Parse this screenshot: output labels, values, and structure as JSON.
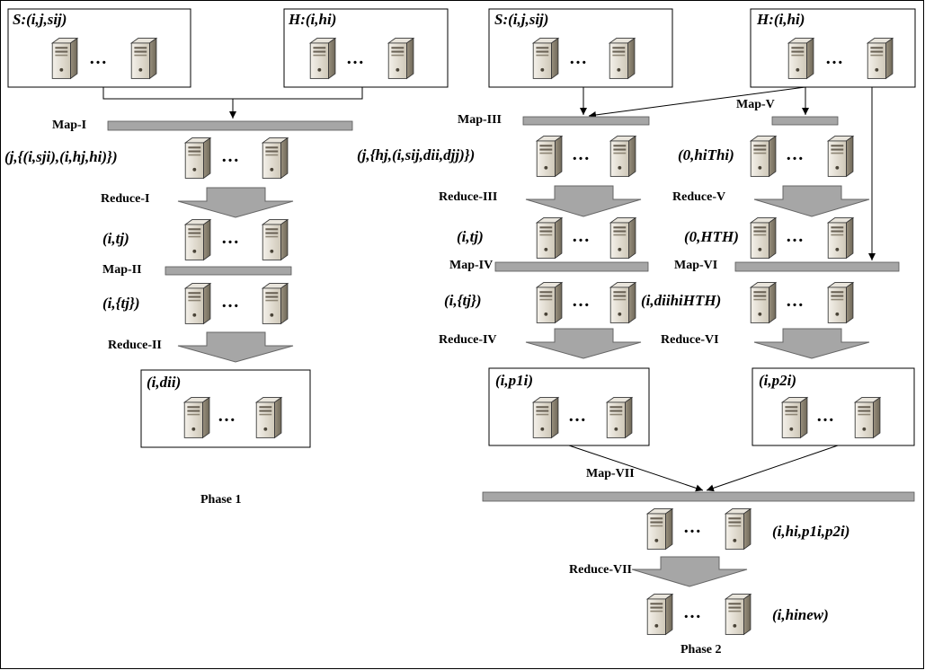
{
  "phase1": {
    "s_input": "S:(i,j,sij)",
    "h_input": "H:(i,hi)",
    "map1": "Map-I",
    "kv1": "(j,{(i,sji),(i,hj,hi)})",
    "reduce1": "Reduce-I",
    "kv2": "(i,tj)",
    "map2": "Map-II",
    "kv3": "(i,{tj})",
    "reduce2": "Reduce-II",
    "output": "(i,dii)",
    "caption": "Phase 1"
  },
  "phase2": {
    "s_input": "S:(i,j,sij)",
    "h_input": "H:(i,hi)",
    "map3": "Map-III",
    "map5": "Map-V",
    "kv_left1": "(j,{hj,(i,sij,dii,djj)})",
    "kv_right1": "(0,hiThi)",
    "reduce3": "Reduce-III",
    "reduce5": "Reduce-V",
    "kv_left2": "(i,tj)",
    "kv_right2": "(0,HTH)",
    "map4": "Map-IV",
    "map6": "Map-VI",
    "kv_left3": "(i,{tj})",
    "kv_right3": "(i,diihiHTH)",
    "reduce4": "Reduce-IV",
    "reduce6": "Reduce-VI",
    "out_left": "(i,p1i)",
    "out_right": "(i,p2i)",
    "map7": "Map-VII",
    "kv_final1": "(i,hi,p1i,p2i)",
    "reduce7": "Reduce-VII",
    "kv_final2": "(i,hinew)",
    "caption": "Phase 2"
  },
  "dots": "…",
  "colors": {
    "bar": "#a6a6a6",
    "arrow_fill": "#a6a6a6",
    "server_light": "#eeebe4",
    "server_dark": "#8c8474"
  }
}
